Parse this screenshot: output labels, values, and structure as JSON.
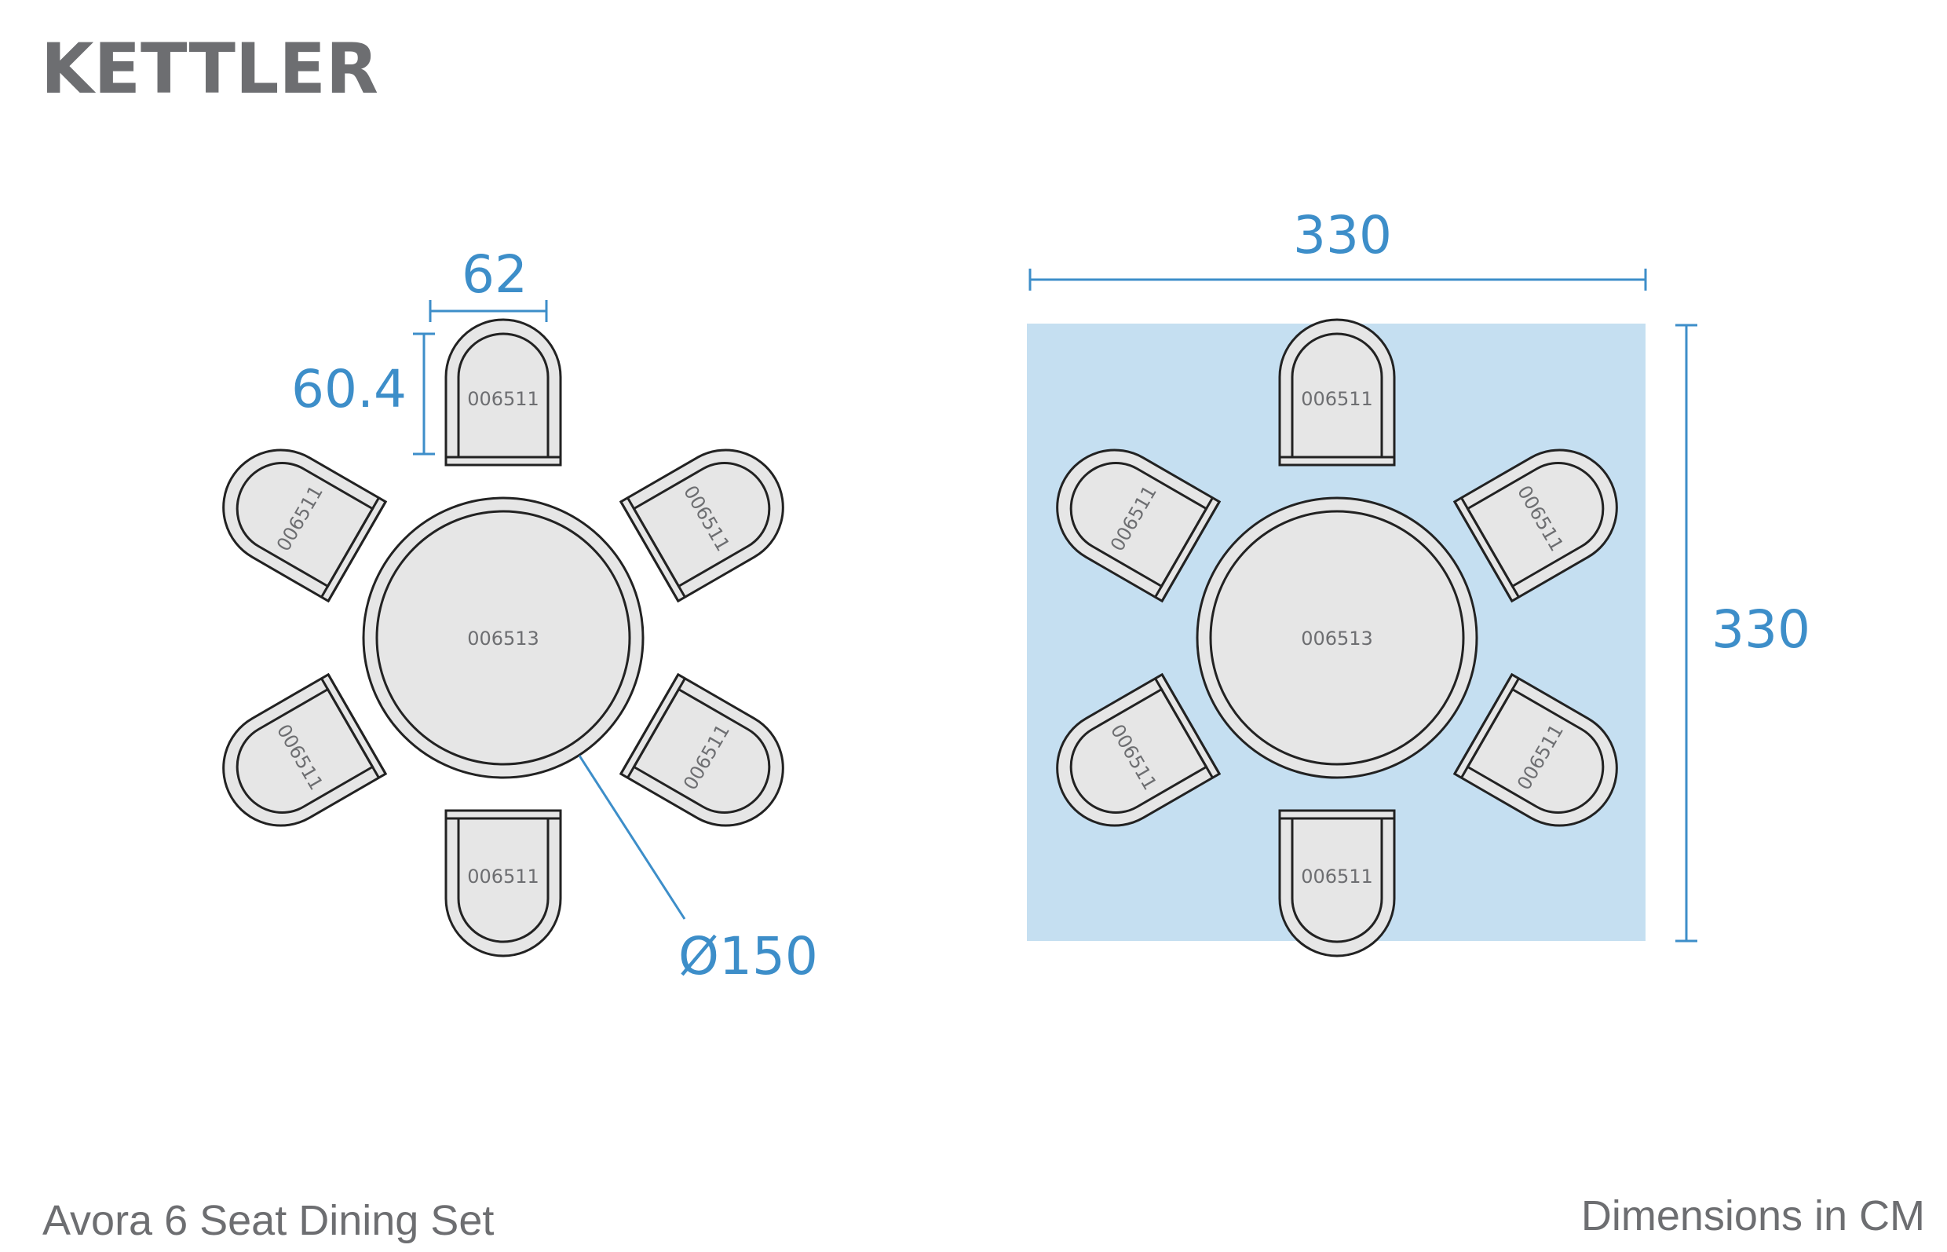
{
  "brand": {
    "logo_text": "KETTLER",
    "logo_color": "#6d6e71"
  },
  "colors": {
    "dimension": "#3d8ec9",
    "footprint_fill": "#c5dff1",
    "furniture_fill": "#e6e6e6",
    "outline": "#222222",
    "label_gray": "#6d6e71"
  },
  "left_view": {
    "chair_width_label": "62",
    "chair_depth_label": "60.4",
    "table_diameter_label": "Ø150",
    "table_code": "006513",
    "chair_code": "006511"
  },
  "right_view": {
    "width_label": "330",
    "depth_label": "330",
    "table_code": "006513",
    "chair_code": "006511"
  },
  "footer": {
    "product_name": "Avora 6 Seat Dining Set",
    "units_note": "Dimensions in CM"
  }
}
